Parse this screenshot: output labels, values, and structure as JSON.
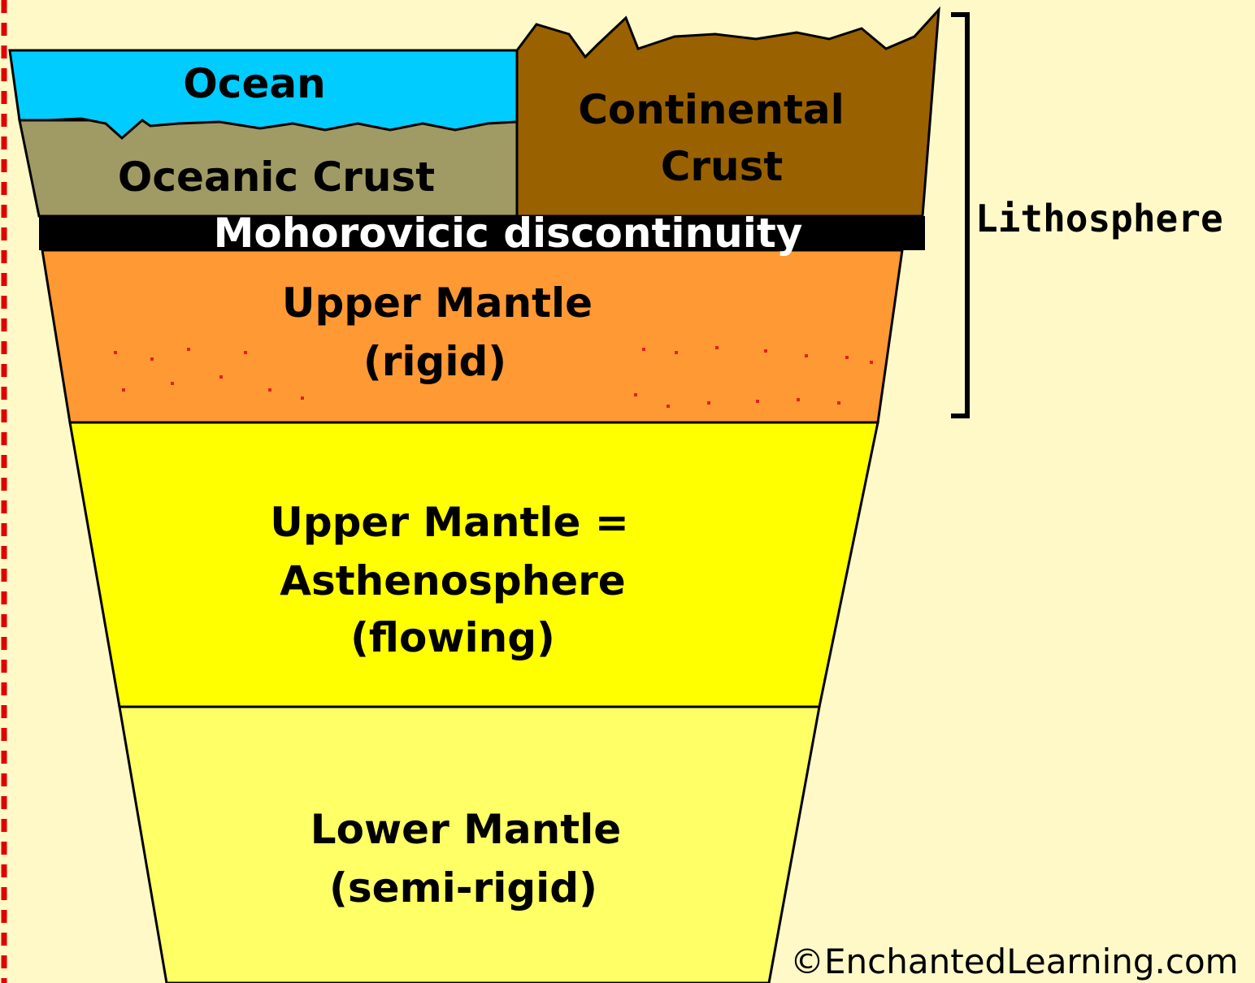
{
  "layers": {
    "ocean": "Ocean",
    "oceanic_crust": "Oceanic Crust",
    "continental_crust": [
      "Continental",
      "Crust"
    ],
    "moho": "Mohorovicic discontinuity",
    "upper_mantle_rigid": [
      "Upper Mantle",
      "(rigid)"
    ],
    "asthenosphere": [
      "Upper Mantle =",
      "Asthenosphere",
      "(flowing)"
    ],
    "lower_mantle": [
      "Lower Mantle",
      "(semi-rigid)"
    ]
  },
  "bracket_label": "Lithosphere",
  "copyright": "©EnchantedLearning.com",
  "colors": {
    "background": "#FFF9C8",
    "ocean": "#00CCFF",
    "oceanic_crust": "#A09A64",
    "continental_crust": "#996100",
    "moho": "#000000",
    "upper_mantle": "#FF9933",
    "asthenosphere": "#FFFF00",
    "lower_mantle": "#FFFF66",
    "dashed_edge": "#E00000"
  }
}
